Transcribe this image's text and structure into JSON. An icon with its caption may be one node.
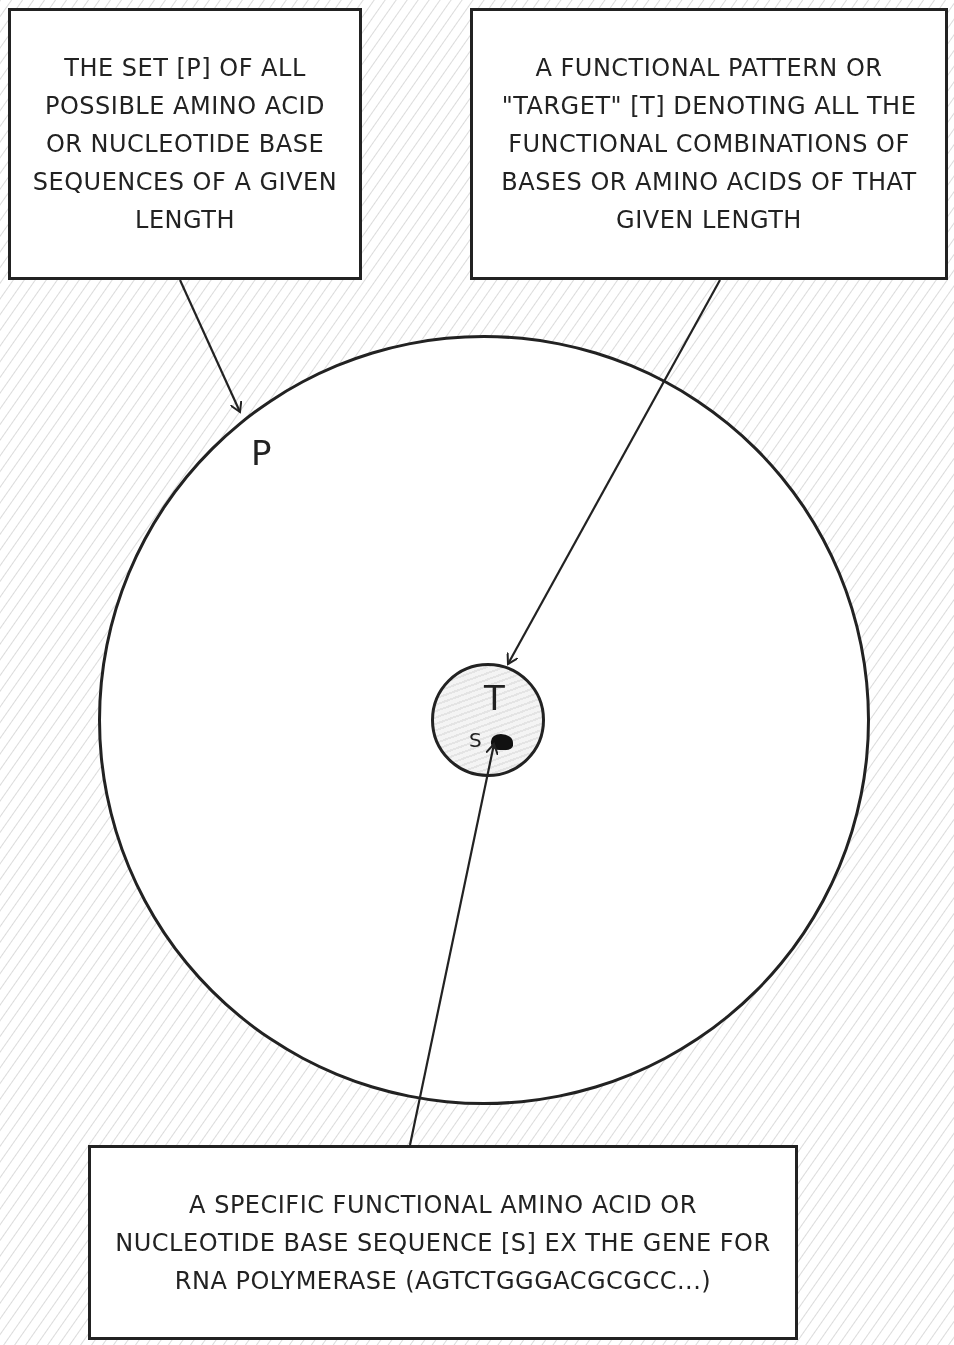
{
  "diagram": {
    "nodes": [
      {
        "text": [
          "THE SET [P] OF ALL POSSIBLE AMINO ACID OR NUCLEOTIDE BASE SEQUENCES OF A GIVEN LENGTH"
        ]
      },
      {
        "text": [
          "A FUNCTIONAL PATTERN OR \"TARGET\" [T] DENOTING ALL THE FUNCTIONAL COMBINATIONS OF BASES OR AMINO ACIDS OF THAT GIVEN LENGTH"
        ]
      },
      {
        "text": [
          "P"
        ]
      },
      {
        "text": [
          "T"
        ],
        "in": 2
      },
      {
        "text": [],
        "shape": "blob",
        "in": 3,
        "beside": [
          "S"
        ]
      },
      {
        "text": [
          "A SPECIFIC FUNCTIONAL AMINO ACID OR NUCLEOTIDE BASE SEQUENCE [S] EX THE GENE FOR RNA POLYMERASE (AGTCTGGGACGCGCC...)"
        ]
      }
    ],
    "edges": [
      {
        "from": 0,
        "to": 2,
        "arrow": "to"
      },
      {
        "from": 1,
        "to": 3,
        "arrow": "to"
      },
      {
        "from": 5,
        "to": 4,
        "arrow": "to"
      }
    ]
  }
}
